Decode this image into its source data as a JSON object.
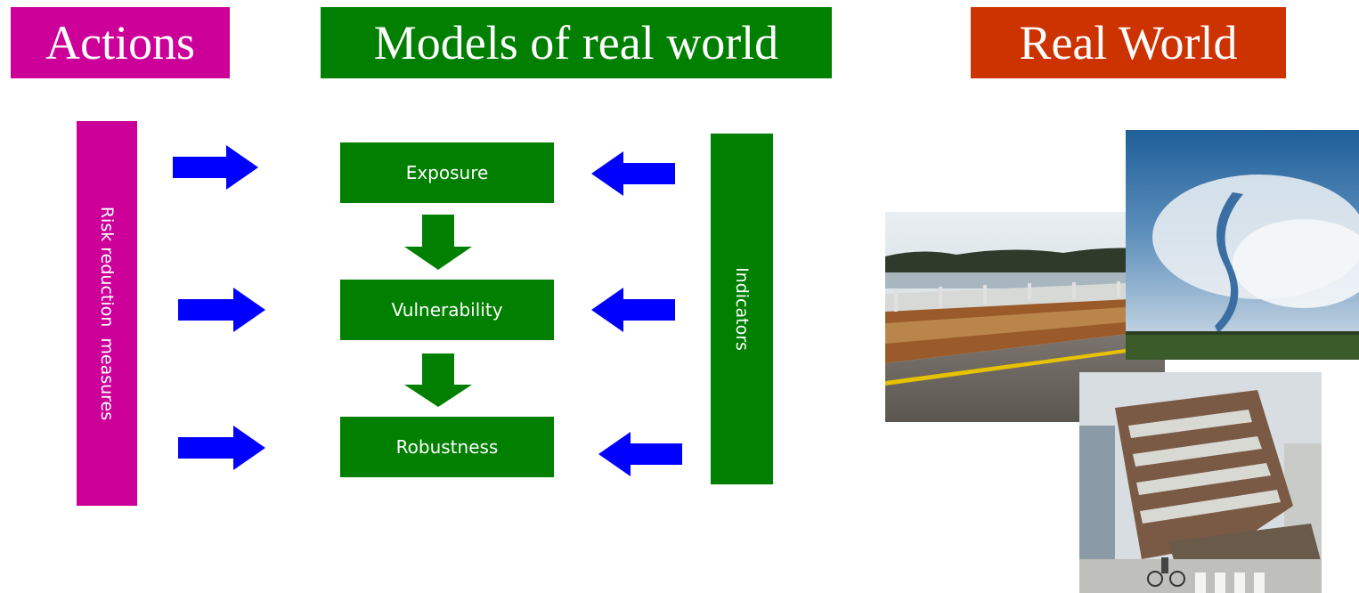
{
  "headers": {
    "actions": "Actions",
    "models": "Models of real world",
    "real_world": "Real World"
  },
  "left_bar": {
    "label": "Risk reduction  measures"
  },
  "right_bar": {
    "label": "Indicators"
  },
  "boxes": {
    "exposure": "Exposure",
    "vulnerability": "Vulnerability",
    "robustness": "Robustness"
  },
  "photos": [
    {
      "name": "collapsed-highway-bridge"
    },
    {
      "name": "tornado"
    },
    {
      "name": "collapsed-building"
    }
  ],
  "colors": {
    "magenta": "#cc0099",
    "green": "#007f00",
    "orange_red": "#cc3300",
    "blue": "#0000ff"
  }
}
